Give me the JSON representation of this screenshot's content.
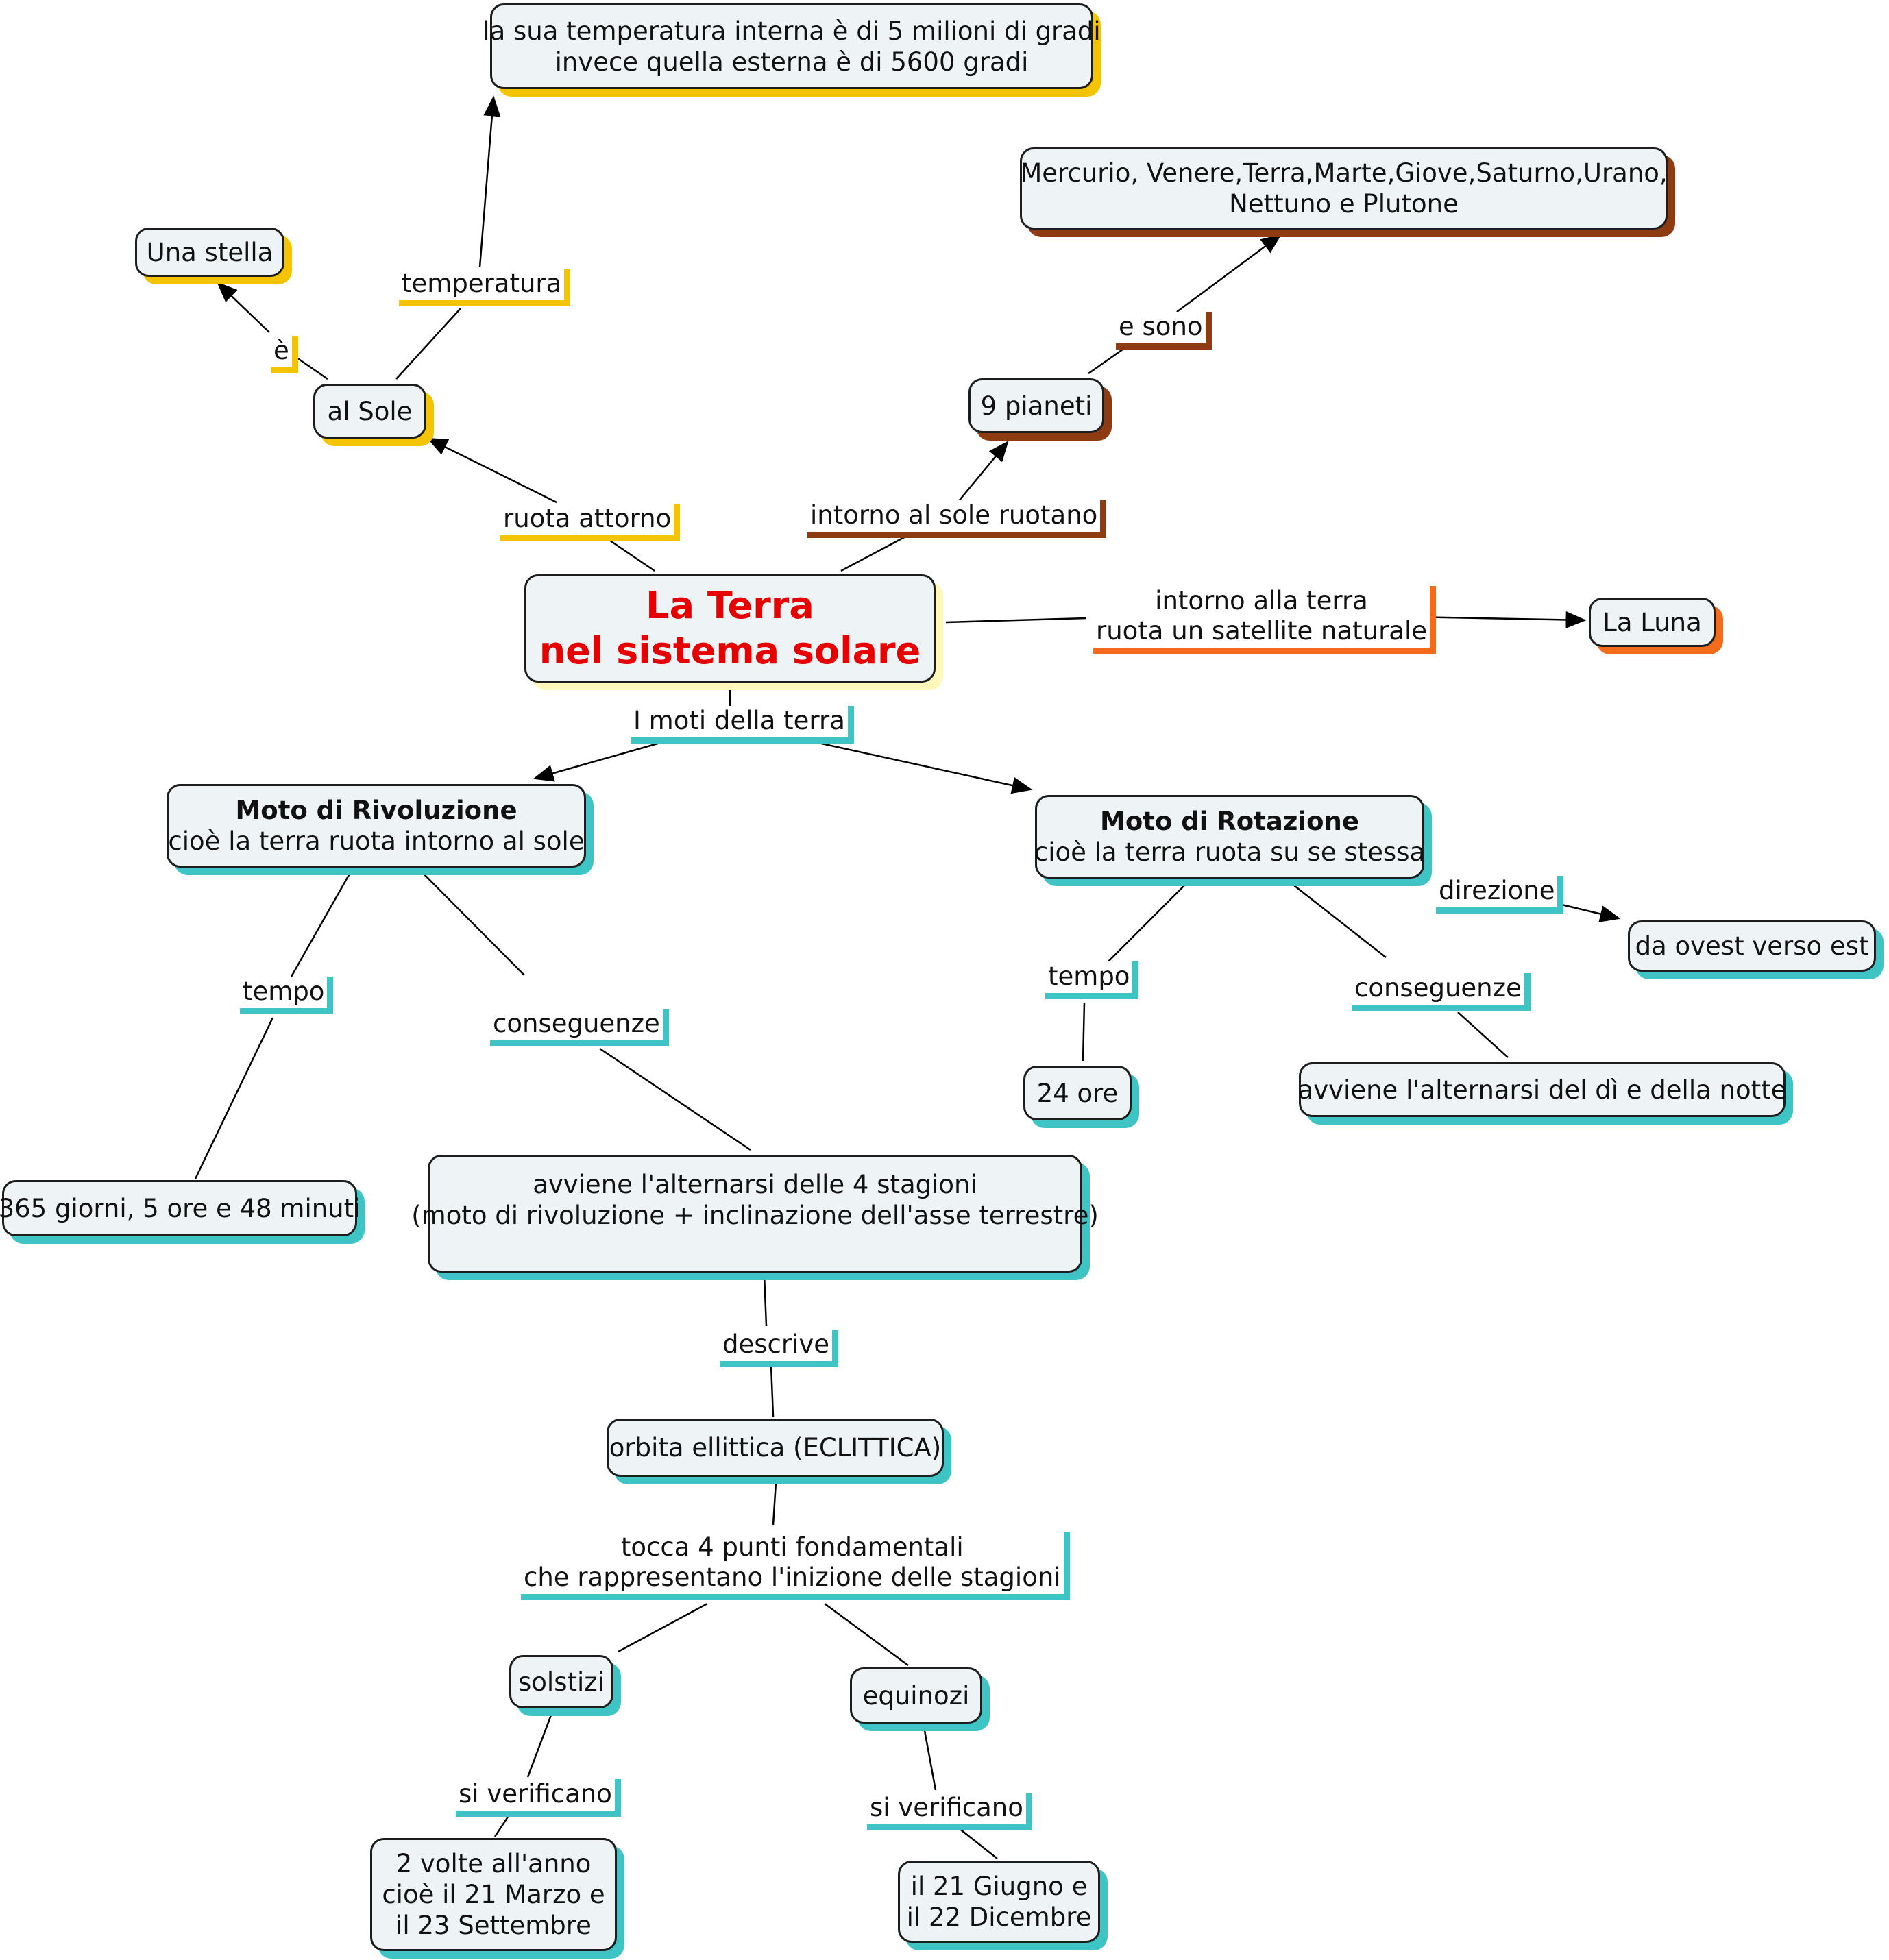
{
  "title": {
    "line1": "La Terra",
    "line2": "nel sistema solare"
  },
  "colors": {
    "title_text": "#e60000",
    "yellow": "#f5c400",
    "brown": "#8f3b12",
    "orange": "#f26c1c",
    "teal": "#3ec4c4",
    "node_fill": "#eef3f6"
  },
  "nodes": {
    "temperatura_valori": "la sua temperatura interna è di 5 milioni di gradi\ninvece quella esterna è di 5600 gradi",
    "pianeti_elenco": "Mercurio, Venere,Terra,Marte,Giove,Saturno,Urano,\nNettuno e Plutone",
    "una_stella": "Una stella",
    "al_sole": "al Sole",
    "nove_pianeti": "9 pianeti",
    "la_luna": "La Luna",
    "moto_rivoluzione_title": "Moto di Rivoluzione",
    "moto_rivoluzione_desc": "cioè la terra ruota intorno al sole",
    "moto_rotazione_title": "Moto di Rotazione",
    "moto_rotazione_desc": "cioè la terra ruota su se stessa",
    "da_ovest": "da ovest verso est",
    "ventiquattro_ore": "24 ore",
    "alternarsi_di": "avviene l'alternarsi del dì e della notte",
    "durata_anno": "365 giorni, 5 ore e 48 minuti",
    "stagioni": "avviene l'alternarsi delle 4 stagioni\n(moto di rivoluzione + inclinazione dell'asse terrestre)",
    "orbita": "orbita ellittica (ECLITTICA)",
    "solstizi": "solstizi",
    "equinozi": "equinozi",
    "date_equinozi": "2 volte all'anno\ncioè il 21 Marzo e\nil 23 Settembre",
    "date_solstizi": "il 21 Giugno e\nil 22 Dicembre"
  },
  "links": {
    "temperatura": "temperatura",
    "e": "è",
    "ruota_attorno": "ruota attorno",
    "intorno_al_sole_ruotano": "intorno al sole ruotano",
    "e_sono": "e sono",
    "satellite": "intorno alla terra\nruota un satellite naturale",
    "moti": "I moti della terra",
    "direzione": "direzione",
    "tempo_rot": "tempo",
    "conseguenze_rot": "conseguenze",
    "tempo_riv": "tempo",
    "conseguenze_riv": "conseguenze",
    "descrive": "descrive",
    "tocca": "tocca 4 punti fondamentali\nche rappresentano l'inizione delle stagioni",
    "si_verificano_1": "si verificano",
    "si_verificano_2": "si verificano"
  }
}
